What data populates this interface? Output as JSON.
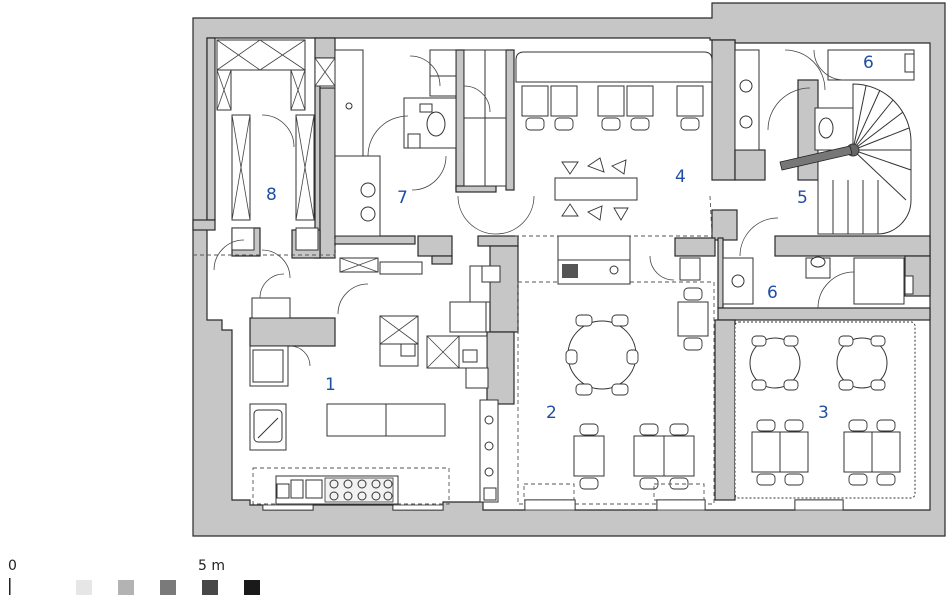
{
  "rooms": [
    {
      "label": "1"
    },
    {
      "label": "2"
    },
    {
      "label": "3"
    },
    {
      "label": "4"
    },
    {
      "label": "5"
    },
    {
      "label": "6"
    },
    {
      "label": "6"
    },
    {
      "label": "7"
    },
    {
      "label": "8"
    }
  ],
  "scale_bar": {
    "start_label": "0",
    "end_label": "5 m",
    "segment_shades": [
      "#ffffff",
      "#e6e6e6",
      "#b3b3b3",
      "#7a7a7a",
      "#474747",
      "#1a1a1a"
    ]
  },
  "colors": {
    "wall_fill": "#c6c6c6",
    "line": "#2a2a2a",
    "room_number": "#1f4fa3"
  }
}
